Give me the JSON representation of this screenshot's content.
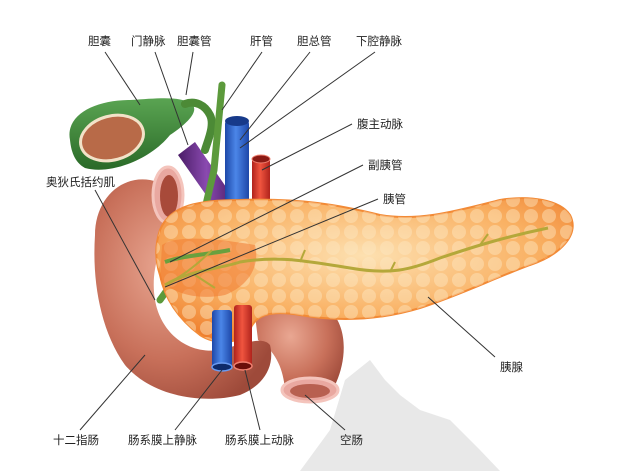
{
  "figure": {
    "subject": "pancreas anatomy",
    "labels": {
      "gallbladder": "胆囊",
      "portal_vein": "门静脉",
      "cystic_duct": "胆囊管",
      "hepatic_duct": "肝管",
      "common_bile_duct": "胆总管",
      "inferior_vena_cava": "下腔静脉",
      "celiac_artery": "腹主动脉",
      "accessory_pancreatic_duct": "副胰管",
      "pancreatic_duct": "胰管",
      "sphincter_of_oddi": "奥狄氏括约肌",
      "pancreas": "胰腺",
      "duodenum": "十二指肠",
      "superior_mesenteric_vein": "肠系膜上静脉",
      "superior_mesenteric_artery": "肠系膜上动脉",
      "jejunum": "空肠"
    },
    "colors": {
      "pancreas": "#f7a24a",
      "pancreas_light": "#fcd39a",
      "duodenum": "#c8705a",
      "duodenum_light": "#e6a48e",
      "gallbladder": "#3f8a3a",
      "bile_duct": "#5c9a3c",
      "vein_blue": "#2a5fc8",
      "artery_red": "#d8352a",
      "portal_purple": "#6a2f8a",
      "leader_line": "#333333",
      "watermark": "#e6e6e6"
    }
  }
}
